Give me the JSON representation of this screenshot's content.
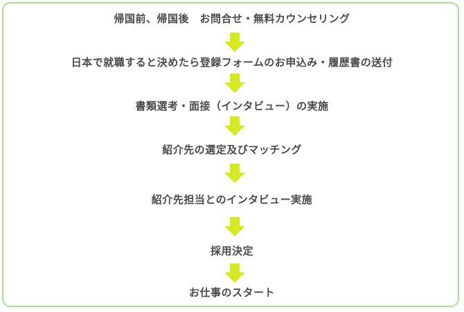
{
  "flow": {
    "steps": [
      "帰国前、帰国後　お問合せ・無料カウンセリング",
      "日本で就職すると決めたら登録フォームのお申込み・履歴書の送付",
      "書類選考・面接（インタビュー）の実施",
      "紹介先の選定及びマッチング",
      "紹介先担当とのインタビュー実施",
      "採用決定",
      "お仕事のスタート"
    ],
    "arrow_color": "#d4ea1e",
    "border_color": "#a5e28f",
    "text_color": "#4a4a4a"
  }
}
